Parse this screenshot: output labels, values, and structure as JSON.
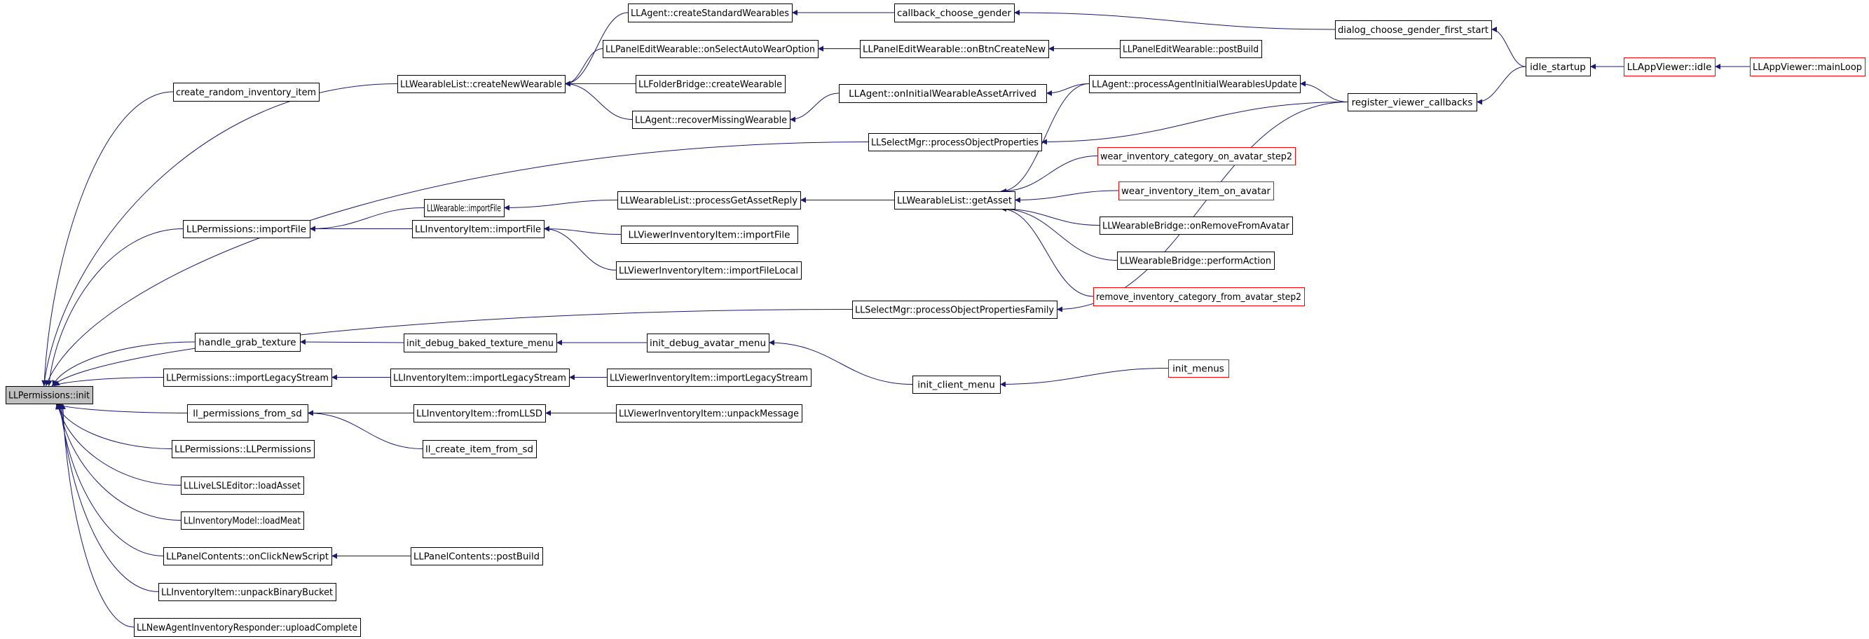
{
  "colors": {
    "edge": "#191970",
    "box_border": "#000000",
    "highlight_border": "#ff0000",
    "root_fill": "#bfbfbf"
  },
  "nodes": [
    {
      "id": "root",
      "label": "LLPermissions::init",
      "root": true
    },
    {
      "id": "cri",
      "label": "create_random_inventory_item"
    },
    {
      "id": "wlcnw",
      "label": "LLWearableList::createNewWearable"
    },
    {
      "id": "acsw",
      "label": "LLAgent::createStandardWearables"
    },
    {
      "id": "cbg",
      "label": "callback_choose_gender"
    },
    {
      "id": "dcg",
      "label": "dialog_choose_gender_first_start"
    },
    {
      "id": "ist",
      "label": "idle_startup"
    },
    {
      "id": "avi",
      "label": "LLAppViewer::idle",
      "red": true
    },
    {
      "id": "avm",
      "label": "LLAppViewer::mainLoop",
      "red": true
    },
    {
      "id": "pesa",
      "label": "LLPanelEditWearable::onSelectAutoWearOption"
    },
    {
      "id": "pebc",
      "label": "LLPanelEditWearable::onBtnCreateNew"
    },
    {
      "id": "pepb",
      "label": "LLPanelEditWearable::postBuild"
    },
    {
      "id": "fbcw",
      "label": "LLFolderBridge::createWearable"
    },
    {
      "id": "aoiwa",
      "label": "LLAgent::onInitialWearableAssetArrived"
    },
    {
      "id": "apaiwu",
      "label": "LLAgent::processAgentInitialWearablesUpdate"
    },
    {
      "id": "rvc",
      "label": "register_viewer_callbacks"
    },
    {
      "id": "armw",
      "label": "LLAgent::recoverMissingWearable"
    },
    {
      "id": "smpop",
      "label": "LLSelectMgr::processObjectProperties"
    },
    {
      "id": "wicas2",
      "label": "wear_inventory_category_on_avatar_step2",
      "red": true
    },
    {
      "id": "wiioa",
      "label": "wear_inventory_item_on_avatar",
      "red": true
    },
    {
      "id": "wif",
      "label": "LLWearable::importFile"
    },
    {
      "id": "wlpgar",
      "label": "LLWearableList::processGetAssetReply"
    },
    {
      "id": "wlga",
      "label": "LLWearableList::getAsset"
    },
    {
      "id": "wbor",
      "label": "LLWearableBridge::onRemoveFromAvatar"
    },
    {
      "id": "pif",
      "label": "LLPermissions::importFile"
    },
    {
      "id": "iiif",
      "label": "LLInventoryItem::importFile"
    },
    {
      "id": "viif",
      "label": "LLViewerInventoryItem::importFile"
    },
    {
      "id": "viifl",
      "label": "LLViewerInventoryItem::importFileLocal"
    },
    {
      "id": "wbpa",
      "label": "LLWearableBridge::performAction"
    },
    {
      "id": "rica",
      "label": "remove_inventory_category_from_avatar_step2",
      "red": true
    },
    {
      "id": "smpopf",
      "label": "LLSelectMgr::processObjectPropertiesFamily"
    },
    {
      "id": "hgt",
      "label": "handle_grab_texture"
    },
    {
      "id": "idbtm",
      "label": "init_debug_baked_texture_menu"
    },
    {
      "id": "idam",
      "label": "init_debug_avatar_menu"
    },
    {
      "id": "icm",
      "label": "init_client_menu"
    },
    {
      "id": "im",
      "label": "init_menus",
      "red": true
    },
    {
      "id": "pils",
      "label": "LLPermissions::importLegacyStream"
    },
    {
      "id": "iils",
      "label": "LLInventoryItem::importLegacyStream"
    },
    {
      "id": "viils",
      "label": "LLViewerInventoryItem::importLegacyStream"
    },
    {
      "id": "lpfs",
      "label": "ll_permissions_from_sd"
    },
    {
      "id": "iifl",
      "label": "LLInventoryItem::fromLLSD"
    },
    {
      "id": "viium",
      "label": "LLViewerInventoryItem::unpackMessage"
    },
    {
      "id": "pllp",
      "label": "LLPermissions::LLPermissions"
    },
    {
      "id": "lcifs",
      "label": "ll_create_item_from_sd"
    },
    {
      "id": "llla",
      "label": "LLLiveLSLEditor::loadAsset"
    },
    {
      "id": "imlm",
      "label": "LLInventoryModel::loadMeat"
    },
    {
      "id": "pconns",
      "label": "LLPanelContents::onClickNewScript"
    },
    {
      "id": "pcpb",
      "label": "LLPanelContents::postBuild"
    },
    {
      "id": "iiubb",
      "label": "LLInventoryItem::unpackBinaryBucket"
    },
    {
      "id": "nairuc",
      "label": "LLNewAgentInventoryResponder::uploadComplete"
    }
  ],
  "edges": [
    [
      "cri",
      "root"
    ],
    [
      "wlcnw",
      "root"
    ],
    [
      "smpop",
      "root"
    ],
    [
      "pif",
      "root"
    ],
    [
      "smpopf",
      "root"
    ],
    [
      "hgt",
      "root"
    ],
    [
      "pils",
      "root"
    ],
    [
      "lpfs",
      "root"
    ],
    [
      "pllp",
      "root"
    ],
    [
      "llla",
      "root"
    ],
    [
      "imlm",
      "root"
    ],
    [
      "pconns",
      "root"
    ],
    [
      "iiubb",
      "root"
    ],
    [
      "nairuc",
      "root"
    ],
    [
      "acsw",
      "wlcnw"
    ],
    [
      "pesa",
      "wlcnw"
    ],
    [
      "fbcw",
      "wlcnw"
    ],
    [
      "armw",
      "wlcnw"
    ],
    [
      "cbg",
      "acsw"
    ],
    [
      "dcg",
      "cbg"
    ],
    [
      "ist",
      "dcg"
    ],
    [
      "avi",
      "ist"
    ],
    [
      "avm",
      "avi"
    ],
    [
      "pebc",
      "pesa"
    ],
    [
      "pepb",
      "pebc"
    ],
    [
      "aoiwa",
      "armw"
    ],
    [
      "apaiwu",
      "aoiwa"
    ],
    [
      "rvc",
      "apaiwu"
    ],
    [
      "ist",
      "rvc"
    ],
    [
      "rvc",
      "smpop"
    ],
    [
      "wif",
      "pif"
    ],
    [
      "wlpgar",
      "wif"
    ],
    [
      "wlga",
      "wlpgar"
    ],
    [
      "apaiwu",
      "wlga"
    ],
    [
      "wicas2",
      "wlga"
    ],
    [
      "wiioa",
      "wlga"
    ],
    [
      "wbor",
      "wlga"
    ],
    [
      "wbpa",
      "wlga"
    ],
    [
      "rica",
      "wlga"
    ],
    [
      "iiif",
      "pif"
    ],
    [
      "viif",
      "iiif"
    ],
    [
      "viifl",
      "iiif"
    ],
    [
      "rvc",
      "smpopf"
    ],
    [
      "idbtm",
      "hgt"
    ],
    [
      "idam",
      "idbtm"
    ],
    [
      "icm",
      "idam"
    ],
    [
      "im",
      "icm"
    ],
    [
      "iils",
      "pils"
    ],
    [
      "viils",
      "iils"
    ],
    [
      "iifl",
      "lpfs"
    ],
    [
      "viium",
      "iifl"
    ],
    [
      "lcifs",
      "lpfs"
    ],
    [
      "pcpb",
      "pconns"
    ]
  ]
}
